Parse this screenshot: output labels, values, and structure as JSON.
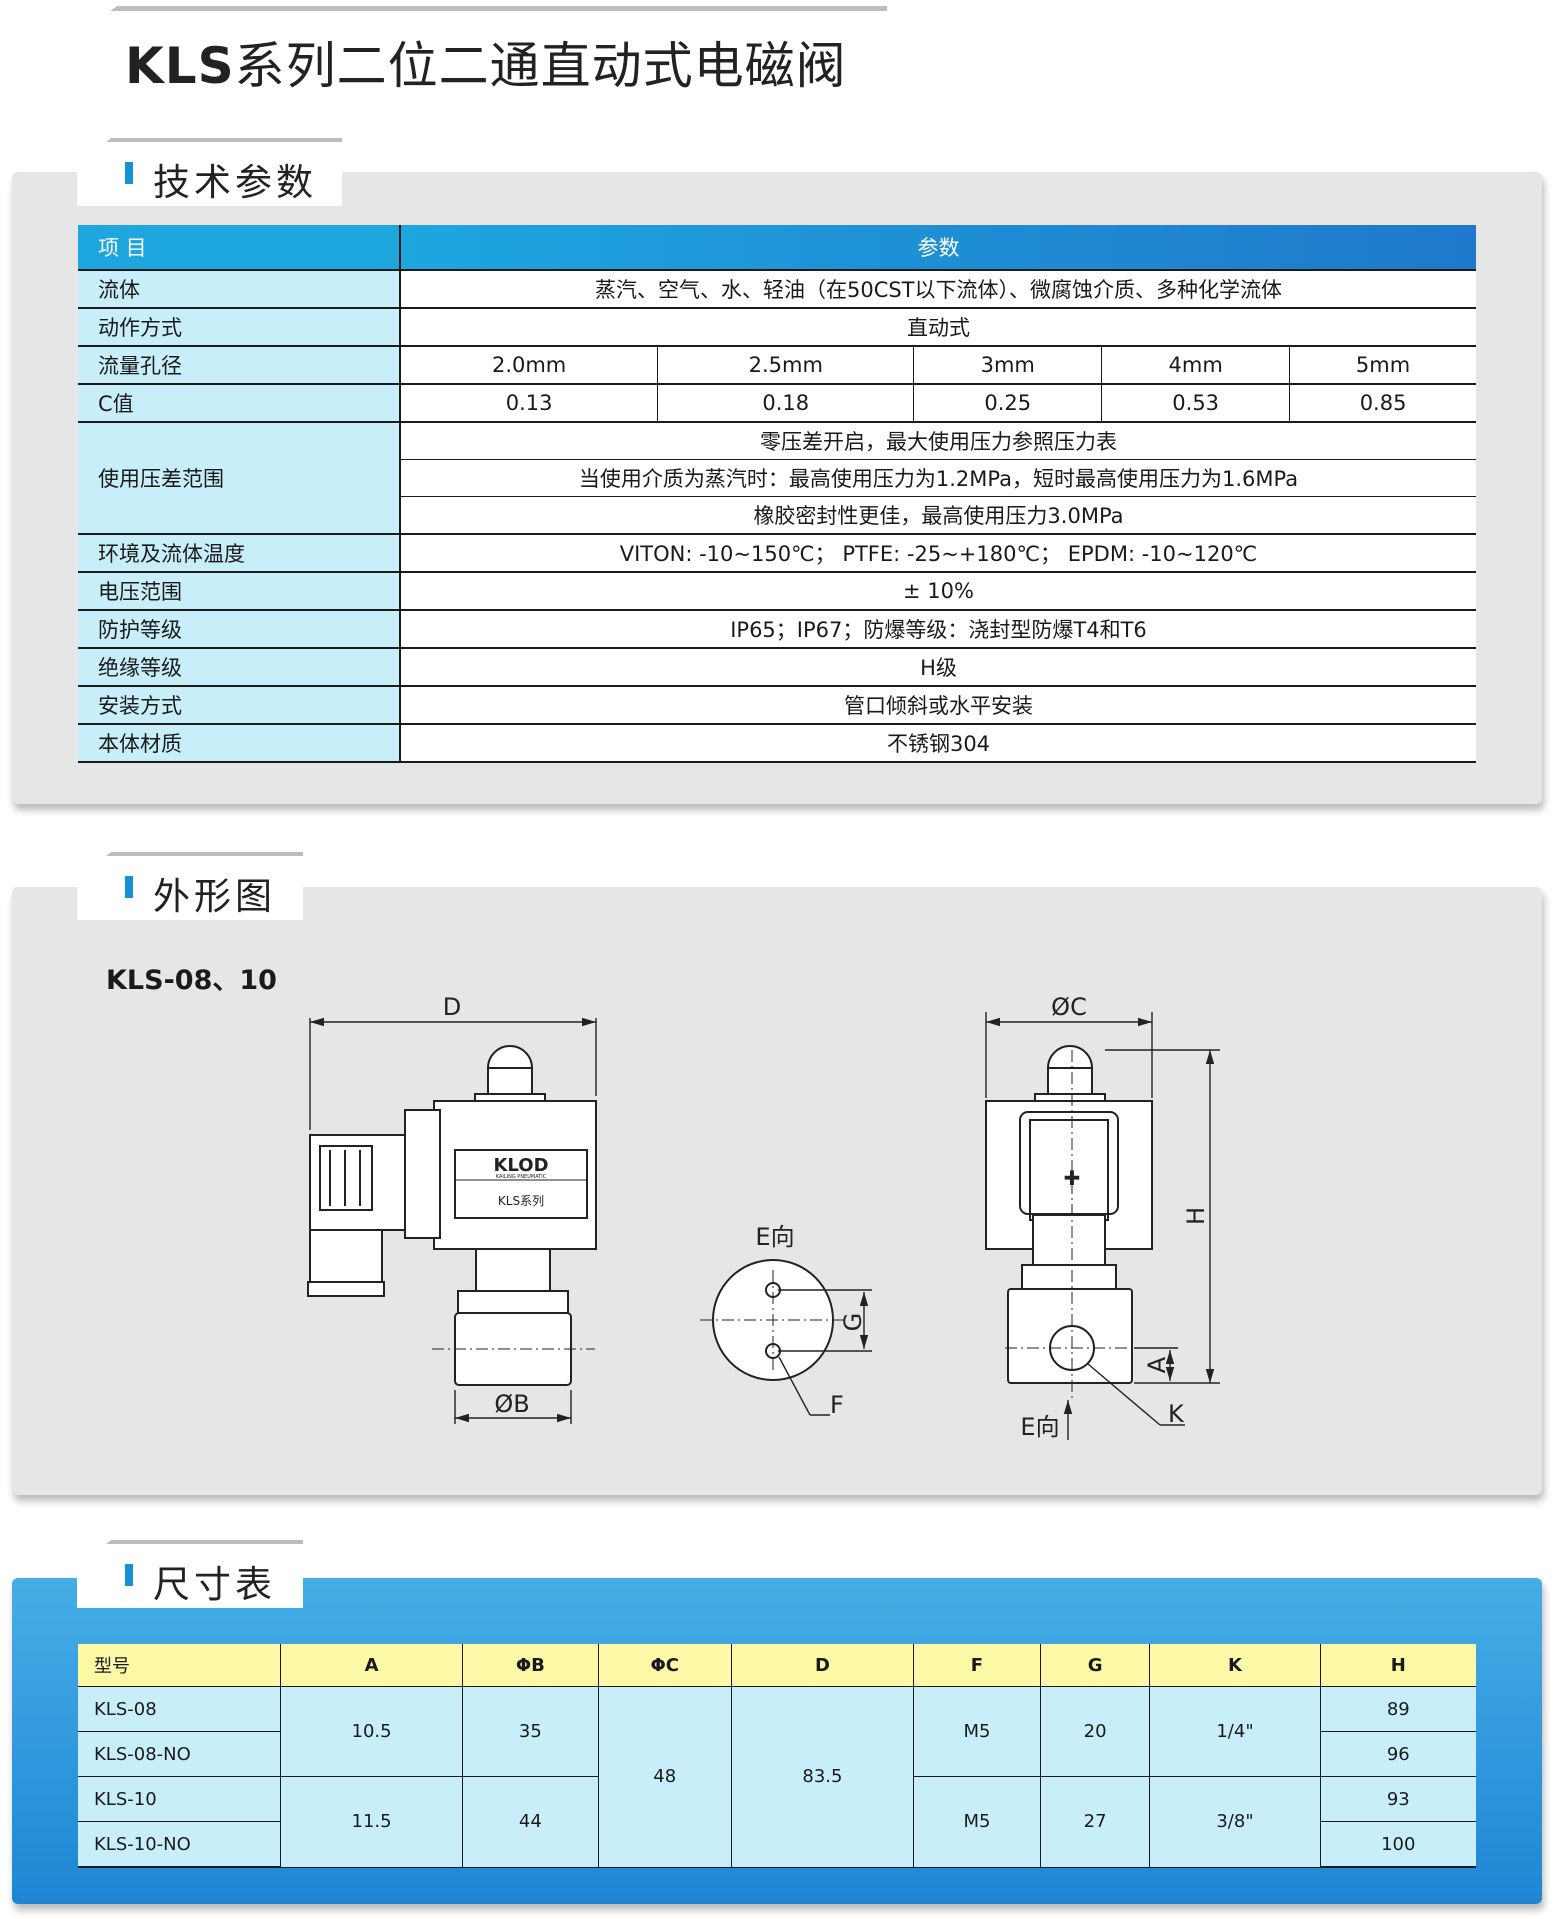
{
  "title": {
    "model": "KLS",
    "name": "系列二位二通直动式电磁阀"
  },
  "sections": {
    "specs": "技术参数",
    "outline": "外形图",
    "dimensions": "尺寸表"
  },
  "spec": {
    "header": {
      "item": "项 目",
      "param": "参数"
    },
    "fluid": {
      "label": "流体",
      "value": "蒸汽、空气、水、轻油（在50CST以下流体）、微腐蚀介质、多种化学流体"
    },
    "action": {
      "label": "动作方式",
      "value": "直动式"
    },
    "orifice": {
      "label": "流量孔径",
      "values": [
        "2.0mm",
        "2.5mm",
        "3mm",
        "4mm",
        "5mm"
      ]
    },
    "cv": {
      "label": "C值",
      "values": [
        "0.13",
        "0.18",
        "0.25",
        "0.53",
        "0.85"
      ]
    },
    "pressure": {
      "label": "使用压差范围",
      "lines": [
        "零压差开启，最大使用压力参照压力表",
        "当使用介质为蒸汽时：最高使用压力为1.2MPa，短时最高使用压力为1.6MPa",
        "橡胶密封性更佳，最高使用压力3.0MPa"
      ]
    },
    "temp": {
      "label": "环境及流体温度",
      "value": "VITON: -10~150℃；   PTFE: -25~+180℃；   EPDM: -10~120℃"
    },
    "voltage": {
      "label": "电压范围",
      "value": "± 10%"
    },
    "protection": {
      "label": "防护等级",
      "value": "IP65；IP67；防爆等级：浇封型防爆T4和T6"
    },
    "insulation": {
      "label": "绝缘等级",
      "value": "H级"
    },
    "install": {
      "label": "安装方式",
      "value": "管口倾斜或水平安装"
    },
    "material": {
      "label": "本体材质",
      "value": "不锈钢304"
    }
  },
  "outline": {
    "model_label": "KLS-08、10",
    "dim_labels": {
      "D": "D",
      "B": "ØB",
      "C": "ØC",
      "H": "H",
      "A": "A",
      "G": "G",
      "F": "F",
      "K": "K",
      "E_top": "E向",
      "E_bottom": "E向"
    },
    "coil_logo": "KLOD",
    "coil_sub": "KAILING PNEUMATIC",
    "coil_series": "KLS系列"
  },
  "dimensions": {
    "headers": [
      "型号",
      "A",
      "ΦB",
      "ΦC",
      "D",
      "F",
      "G",
      "K",
      "H"
    ],
    "models": [
      "KLS-08",
      "KLS-08-NO",
      "KLS-10",
      "KLS-10-NO"
    ],
    "group1": {
      "A": "10.5",
      "B": "35",
      "F": "M5",
      "G": "20",
      "K": "1/4\""
    },
    "group2": {
      "A": "11.5",
      "B": "44",
      "F": "M5",
      "G": "27",
      "K": "3/8\""
    },
    "C": "48",
    "D": "83.5",
    "H": [
      "89",
      "96",
      "93",
      "100"
    ]
  }
}
